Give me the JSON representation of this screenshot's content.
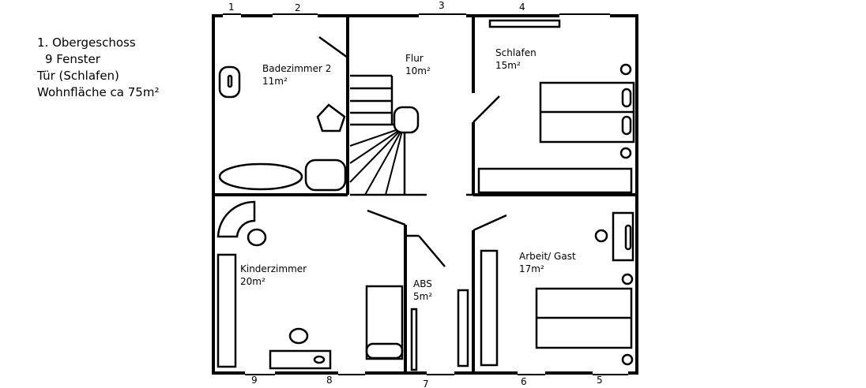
{
  "notes": {
    "line1": "1. Obergeschoss",
    "line2": "9 Fenster",
    "line3": "Tür (Schlafen)",
    "line4": "Wohnfläche ca 75m²"
  },
  "rooms": {
    "bad": {
      "name": "Badezimmer 2",
      "area": "11m²"
    },
    "flur": {
      "name": "Flur",
      "area": "10m²"
    },
    "schlafen": {
      "name": "Schlafen",
      "area": "15m²"
    },
    "kinder": {
      "name": "Kinderzimmer",
      "area": "20m²"
    },
    "abs": {
      "name": "ABS",
      "area": "5m²"
    },
    "arbeit": {
      "name": "Arbeit/ Gast",
      "area": "17m²"
    }
  },
  "windows": [
    "1",
    "2",
    "3",
    "4",
    "5",
    "6",
    "7",
    "8",
    "9"
  ]
}
